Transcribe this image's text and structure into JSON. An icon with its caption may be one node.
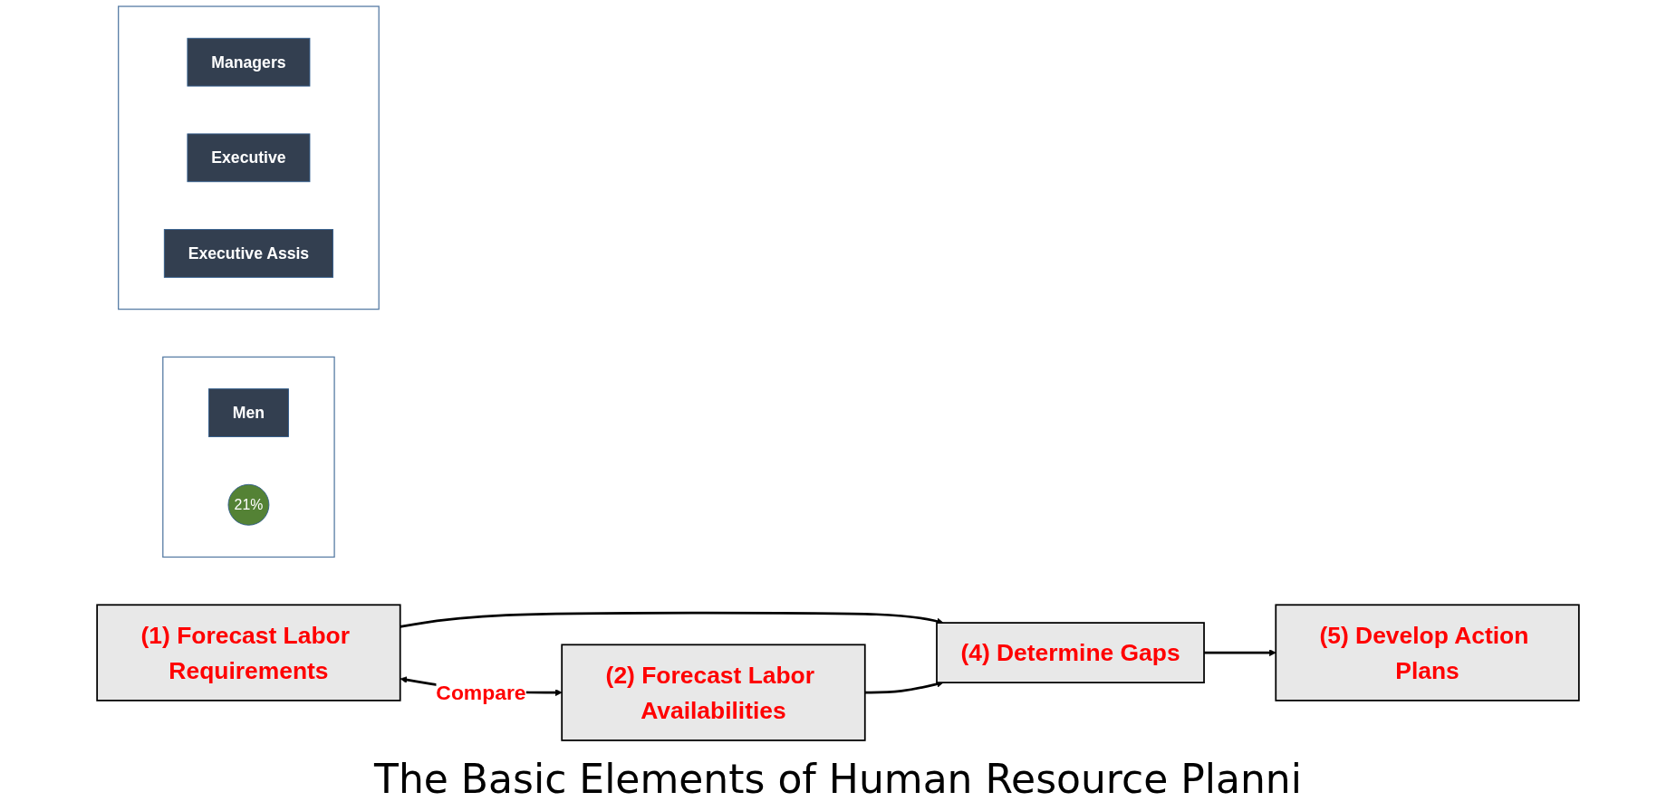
{
  "diagram": {
    "title": "The Basic Elements of Human Resource Planni",
    "nodes": [
      {
        "text": [
          "(1) Forecast Labor Requirements"
        ]
      },
      {
        "text": [
          "(2) Forecast Labor Availabilities"
        ]
      },
      {
        "text": [
          "(4) Determine Gaps"
        ]
      },
      {
        "text": [
          "(5) Develop Action Plans"
        ]
      },
      {
        "text": [],
        "shape": "box"
      },
      {
        "text": [
          "Men"
        ],
        "in": 4
      },
      {
        "text": [
          "21%"
        ],
        "in": 4
      },
      {
        "text": [],
        "shape": "box"
      },
      {
        "text": [
          "Managers"
        ],
        "in": 7
      },
      {
        "text": [
          "Executive"
        ],
        "in": 7
      },
      {
        "text": [
          "Executive Assis"
        ],
        "in": 7
      }
    ],
    "edges": [
      {
        "from": 0,
        "to": 1,
        "arrow": "both",
        "label": "Compare"
      },
      {
        "from": 0,
        "to": 2,
        "arrow": "to"
      },
      {
        "from": 1,
        "to": 2,
        "arrow": "to"
      },
      {
        "from": 2,
        "to": 3,
        "arrow": "to"
      }
    ]
  }
}
